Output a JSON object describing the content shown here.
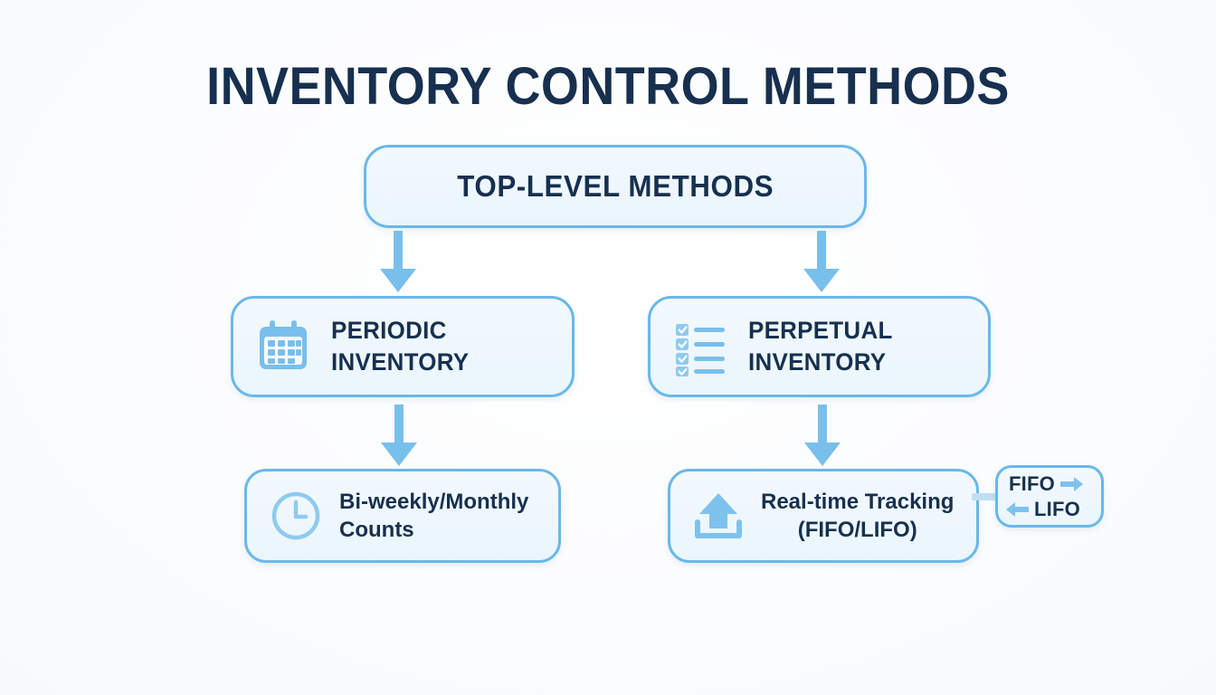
{
  "title": "INVENTORY CONTROL METHODS",
  "colors": {
    "accent_border": "#6ab8e8",
    "icon_blue": "#79bfec",
    "text_navy": "#17304f",
    "box_fill": "#eef7fd",
    "background": "#fbfcfe"
  },
  "nodes": {
    "top": {
      "label": "TOP-LEVEL METHODS"
    },
    "periodic": {
      "label": "PERIODIC INVENTORY",
      "line1": "PERIODIC",
      "line2": "INVENTORY",
      "icon": "calendar-icon"
    },
    "perpetual": {
      "label": "PERPETUAL INVENTORY",
      "line1": "PERPETUAL",
      "line2": "INVENTORY",
      "icon": "checklist-icon"
    },
    "counts": {
      "label": "Bi-weekly/Monthly Counts",
      "line1": "Bi-weekly/Monthly",
      "line2": "Counts",
      "icon": "clock-icon"
    },
    "tracking": {
      "label": "Real-time Tracking (FIFO/LIFO)",
      "line1": "Real-time Tracking",
      "line2": "(FIFO/LIFO)",
      "icon": "upload-icon"
    },
    "badge": {
      "fifo_label": "FIFO",
      "lifo_label": "LIFO",
      "fifo_icon": "arrow-right-icon",
      "lifo_icon": "arrow-left-icon"
    }
  },
  "connectors": [
    {
      "name": "top-to-periodic",
      "icon": "arrow-down-icon"
    },
    {
      "name": "top-to-perpetual",
      "icon": "arrow-down-icon"
    },
    {
      "name": "periodic-to-counts",
      "icon": "arrow-down-icon"
    },
    {
      "name": "perpetual-to-tracking",
      "icon": "arrow-down-icon"
    },
    {
      "name": "tracking-to-badge",
      "icon": "line-connector"
    }
  ]
}
